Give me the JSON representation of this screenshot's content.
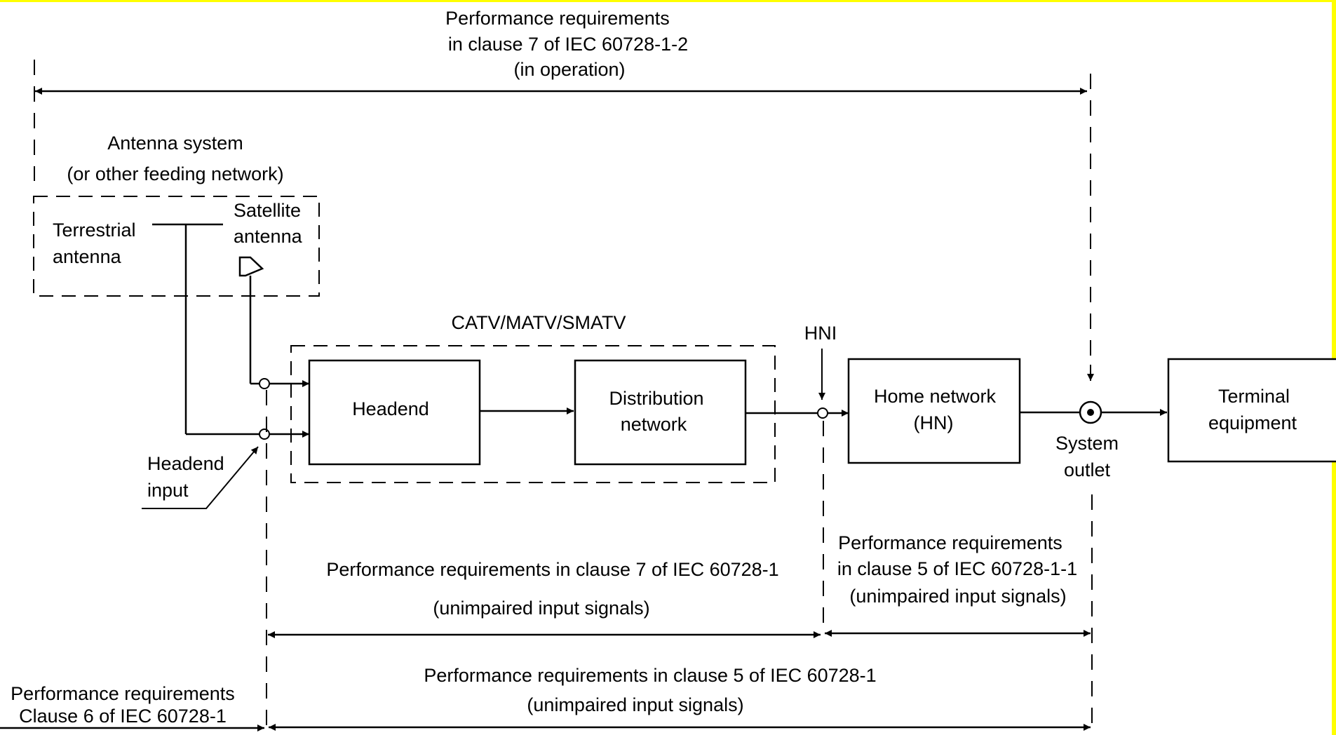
{
  "labels": {
    "top_req": [
      "Performance requirements",
      "in clause 7 of IEC 60728-1-2",
      "(in operation)"
    ],
    "antenna_system": [
      "Antenna  system",
      "(or other feeding network)"
    ],
    "terrestrial": [
      "Terrestrial",
      "antenna"
    ],
    "satellite": [
      "Satellite",
      "antenna"
    ],
    "catv": "CATV/MATV/SMATV",
    "hni": "HNI",
    "headend": "Headend",
    "distribution": [
      "Distribution",
      "network"
    ],
    "home_network": [
      "Home network",
      "(HN)"
    ],
    "terminal": [
      "Terminal",
      "equipment"
    ],
    "system_outlet": [
      "System",
      "outlet"
    ],
    "headend_input": [
      "Headend",
      "input"
    ],
    "req_clause7": [
      "Performance requirements in clause 7 of IEC 60728-1",
      "(unimpaired input signals)"
    ],
    "req_clause5_111": [
      "Performance requirements",
      "in clause 5 of IEC 60728-1-1",
      "(unimpaired input signals)"
    ],
    "req_clause5": [
      "Performance requirements in clause 5 of IEC 60728-1",
      "(unimpaired input signals)"
    ],
    "req_clause6": [
      "Performance requirements",
      "Clause 6 of IEC 60728-1"
    ]
  },
  "colors": {
    "border": "#ffff00",
    "line": "#000000"
  }
}
